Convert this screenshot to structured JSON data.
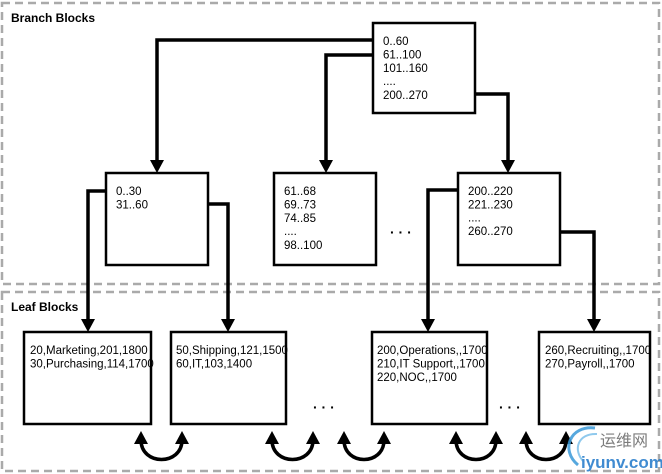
{
  "sections": {
    "branch_label": "Branch Blocks",
    "leaf_label": "Leaf Blocks"
  },
  "root_block": {
    "lines": [
      "0..60",
      "61..100",
      "101..160",
      "....",
      "200..270"
    ]
  },
  "branch_blocks": [
    {
      "lines": [
        "0..30",
        "31..60"
      ]
    },
    {
      "lines": [
        "61..68",
        "69..73",
        "74..85",
        "....",
        "98..100"
      ]
    },
    {
      "lines": [
        "200..220",
        "221..230",
        "....",
        "260..270"
      ]
    }
  ],
  "branch_ellipsis": "· · ·",
  "leaf_blocks": [
    {
      "lines": [
        "20,Marketing,201,1800",
        "30,Purchasing,114,1700"
      ]
    },
    {
      "lines": [
        "50,Shipping,121,1500",
        "60,IT,103,1400"
      ]
    },
    {
      "lines": [
        "200,Operations,,1700",
        "210,IT Support,,1700",
        "220,NOC,,1700"
      ]
    },
    {
      "lines": [
        "260,Recruiting,,1700",
        "270,Payroll,,1700"
      ]
    }
  ],
  "leaf_ellipsis": "· · ·",
  "watermark": {
    "text_cn": "运维网",
    "text_en": "iyunv.com"
  }
}
